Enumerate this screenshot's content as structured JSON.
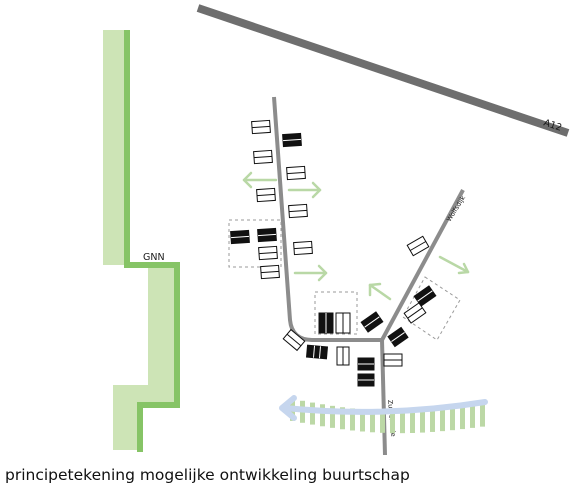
{
  "labels": {
    "highway": "A12",
    "green_zone": "GNN",
    "road_east": "Wolfsdijk",
    "road_south": "Zuiderkade"
  },
  "caption": "principetekening mogelijke ontwikkeling buurtschap",
  "colors": {
    "green_light": "#cde4b6",
    "green_dark": "#86c466",
    "road": "#8c8c8c",
    "highway": "#6e6e6e",
    "arrow_green": "#b9d8a6",
    "arrow_blue": "#c6d6ee",
    "hatch_green": "#bcd8a6",
    "house_existing": "#111111",
    "house_new": "#ffffff",
    "dash": "#9a9a9a"
  },
  "legend_semantics": {
    "house_existing": "filled",
    "house_new": "outline"
  }
}
